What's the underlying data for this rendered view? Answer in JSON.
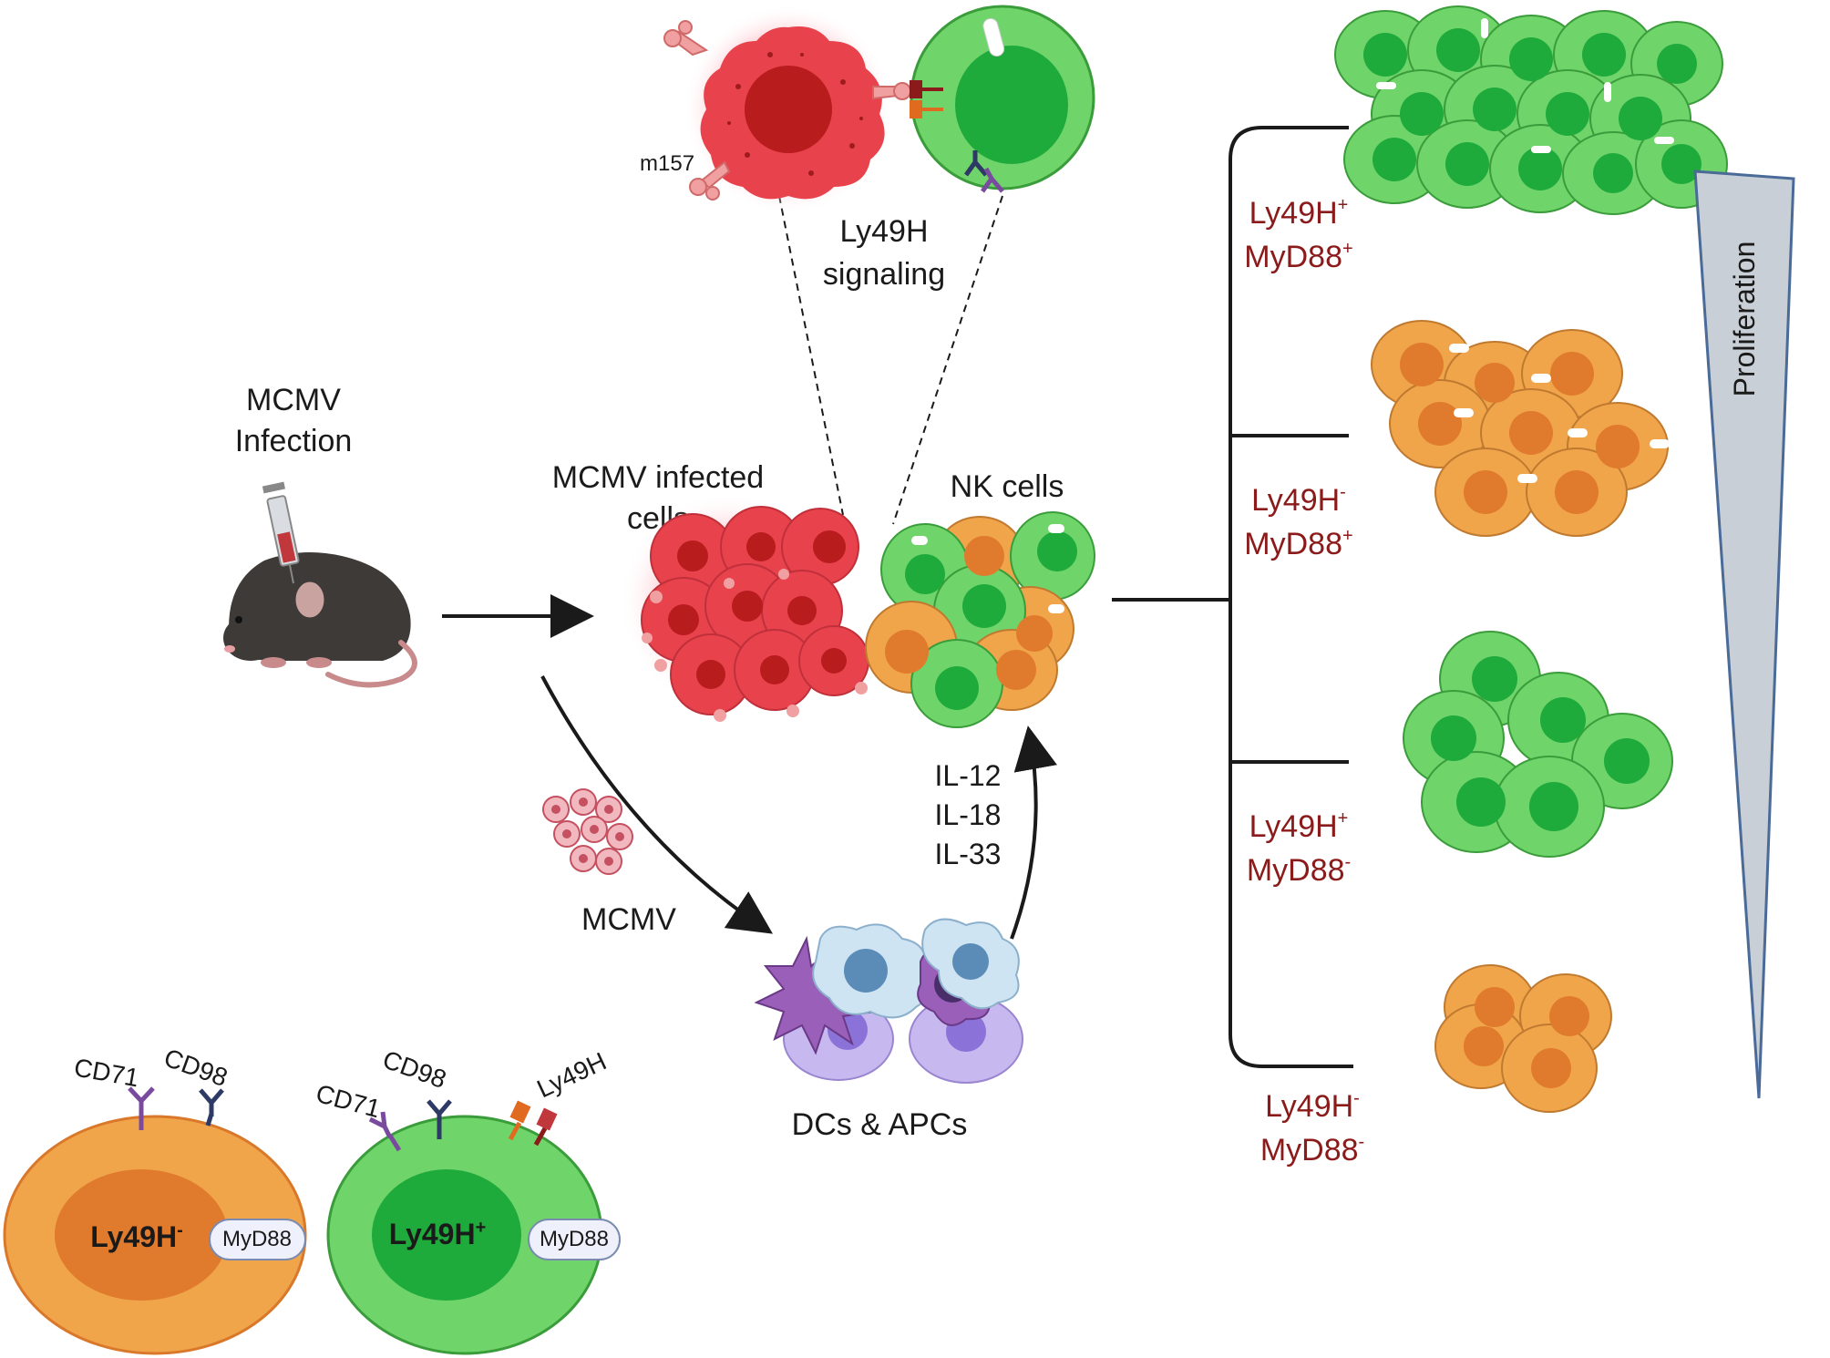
{
  "labels": {
    "mcmv_infection_line1": "MCMV",
    "mcmv_infection_line2": "Infection",
    "m157": "m157",
    "ly49h_signaling_line1": "Ly49H",
    "ly49h_signaling_line2": "signaling",
    "infected_cells_line1": "MCMV infected",
    "infected_cells_line2": "cells",
    "nk_cells": "NK cells",
    "il12": "IL-12",
    "il18": "IL-18",
    "il33": "IL-33",
    "mcmv_virus": "MCMV",
    "dcs_apcs": "DCs & APCs",
    "proliferation": "Proliferation"
  },
  "legend": {
    "cell_neg": {
      "receptor1": "CD71",
      "receptor2": "CD98",
      "nucleus": "Ly49H",
      "nucleus_sup": "-",
      "adaptor": "MyD88"
    },
    "cell_pos": {
      "receptor1": "CD71",
      "receptor2": "CD98",
      "receptor3": "Ly49H",
      "nucleus": "Ly49H",
      "nucleus_sup": "+",
      "adaptor": "MyD88"
    }
  },
  "groups": [
    {
      "line1": "Ly49H",
      "sup1": "+",
      "line2": "MyD88",
      "sup2": "+"
    },
    {
      "line1": "Ly49H",
      "sup1": "-",
      "line2": "MyD88",
      "sup2": "+"
    },
    {
      "line1": "Ly49H",
      "sup1": "+",
      "line2": "MyD88",
      "sup2": "-"
    },
    {
      "line1": "Ly49H",
      "sup1": "-",
      "line2": "MyD88",
      "sup2": "-"
    }
  ],
  "colors": {
    "green_cell": "#6fd46a",
    "green_nucleus": "#1faa3c",
    "orange_cell": "#f0a54a",
    "orange_nucleus": "#e07a2c",
    "infected_cell": "#e8424c",
    "infected_nucleus": "#b81c1c",
    "group_label": "#8b1a1a",
    "proliferation_wedge": "#c9cfd6"
  }
}
